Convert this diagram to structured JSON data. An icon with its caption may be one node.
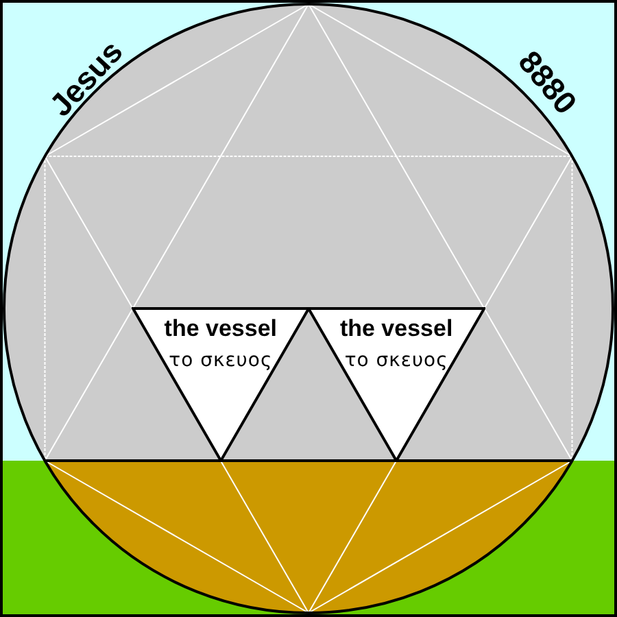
{
  "diagram": {
    "nodes": [
      {
        "text": [
          "the vessel",
          "το σκευος"
        ]
      },
      {
        "text": [
          "the vessel",
          "το σκευος"
        ]
      }
    ],
    "labels": [
      "Jesus",
      "8880"
    ]
  }
}
